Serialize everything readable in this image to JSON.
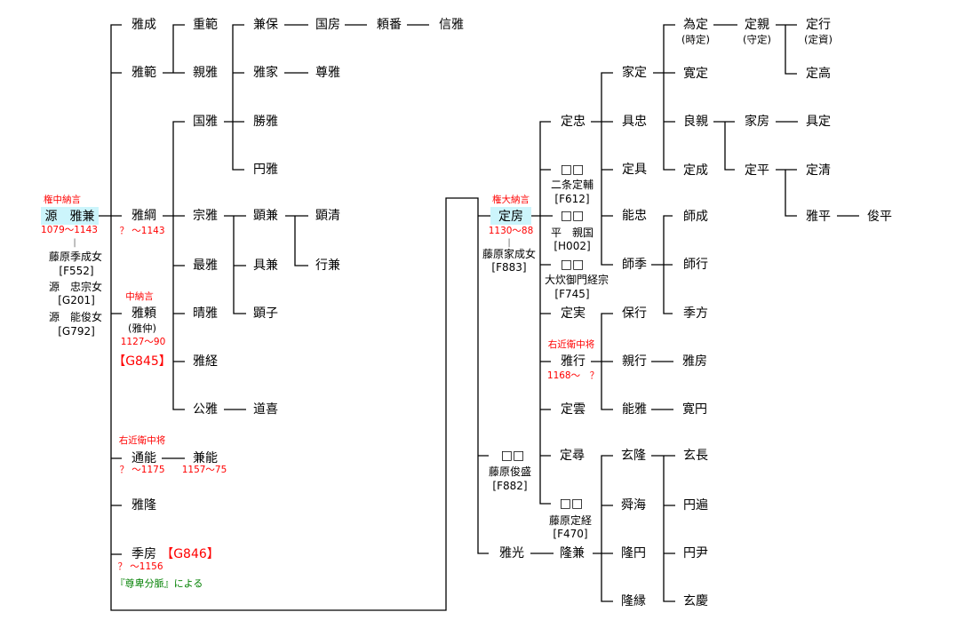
{
  "note": "『尊卑分脈』による",
  "root": {
    "title": "権中納言",
    "name": "源　雅兼",
    "years": "1079～1143",
    "link_mark": "|",
    "wives": [
      {
        "name": "藤原季成女",
        "ref": "[F552]"
      },
      {
        "name": "源　忠宗女",
        "ref": "[G201]"
      },
      {
        "name": "源　能俊女",
        "ref": "[G792]"
      }
    ]
  },
  "people": {
    "masanari": "雅成",
    "masanori": "雅範",
    "shigenori": "重範",
    "chikamasa": "親雅",
    "kaneyasu": "兼保",
    "kunifusa": "国房",
    "yoriban": "頼番",
    "nobumasa": "信雅",
    "masaie": "雅家",
    "songa": "尊雅",
    "kunimasa": "国雅",
    "shouga": "勝雅",
    "enga": "円雅",
    "masatsuna": {
      "name": "雅綱",
      "years": "？ ～1143"
    },
    "munemasa": "宗雅",
    "akikane": "顕兼",
    "akikiyo": "顕清",
    "yukikane": "行兼",
    "saiga": "最雅",
    "tomokane": "具兼",
    "seiga": "晴雅",
    "akiko": "顕子",
    "masayori": {
      "title": "中納言",
      "name": "雅頼",
      "alias": "(雅仲)",
      "years": "1127～90",
      "ref": "【G845】"
    },
    "masatsune": "雅経",
    "kouga": "公雅",
    "douki": "道喜",
    "michiyoshi": {
      "title": "右近衛中将",
      "name": "通能",
      "years": "？ ～1175"
    },
    "kaneyoshi": {
      "name": "兼能",
      "years": "1157～75"
    },
    "masataka": "雅隆",
    "suefusa": {
      "name": "季房",
      "ref": "【G846】",
      "years": "？ ～1156"
    },
    "sadafusa": {
      "title": "権大納言",
      "name": "定房",
      "years": "1130～88",
      "link_mark": "|",
      "wife": "藤原家成女",
      "wife_ref": "[F883]"
    },
    "d_toshimori": {
      "name": "□□",
      "spouse": "藤原俊盛",
      "ref": "[F882]"
    },
    "masamitsu": "雅光",
    "sadatada": "定忠",
    "d_sadasuke": {
      "name": "□□",
      "spouse": "二条定輔",
      "ref": "[F612]"
    },
    "d_chikakuni": {
      "name": "□□",
      "spouse": "平　親国",
      "ref": "[H002]"
    },
    "d_tsunemune": {
      "name": "□□",
      "spouse": "大炊御門経宗",
      "ref": "[F745]"
    },
    "sadazane": "定実",
    "masayuki": {
      "title": "右近衛中将",
      "name": "雅行",
      "years": "1168～　？"
    },
    "jouun": "定雲",
    "joujin": "定尋",
    "d_sadatsune": {
      "name": "□□",
      "spouse": "藤原定経",
      "ref": "[F470]"
    },
    "takakane": "隆兼",
    "iesada": "家定",
    "tomotada": "具忠",
    "sadatomo": "定具",
    "yoshitada": "能忠",
    "morosue": "師季",
    "yasuyuki": "保行",
    "chikayuki": "親行",
    "yoshimasa": "能雅",
    "genryu": "玄隆",
    "shunkai": "舜海",
    "ryuen": "隆円",
    "ryuen2": "隆縁",
    "tamesada": {
      "name": "為定",
      "alias": "(時定)"
    },
    "kanjou": "寛定",
    "yoshichika": "良親",
    "sadanari": "定成",
    "moronari": "師成",
    "moroyuki": "師行",
    "suekata": "季方",
    "masafusa": "雅房",
    "kanen": "寛円",
    "genchou": "玄長",
    "enpen": "円遍",
    "enin": "円尹",
    "genkei": "玄慶",
    "sadachika": {
      "name": "定親",
      "alias": "(守定)"
    },
    "iefusa": "家房",
    "sadahira": "定平",
    "sadayuki": {
      "name": "定行",
      "alias": "(定資)"
    },
    "sadataka": "定高",
    "tomosada": "具定",
    "sadakiyo": "定清",
    "masahira": "雅平",
    "toshihira": "俊平"
  },
  "colors": {
    "title_red": "#ff0000",
    "note_green": "#008000",
    "highlight": "#ccf5fc",
    "line": "#000000"
  }
}
